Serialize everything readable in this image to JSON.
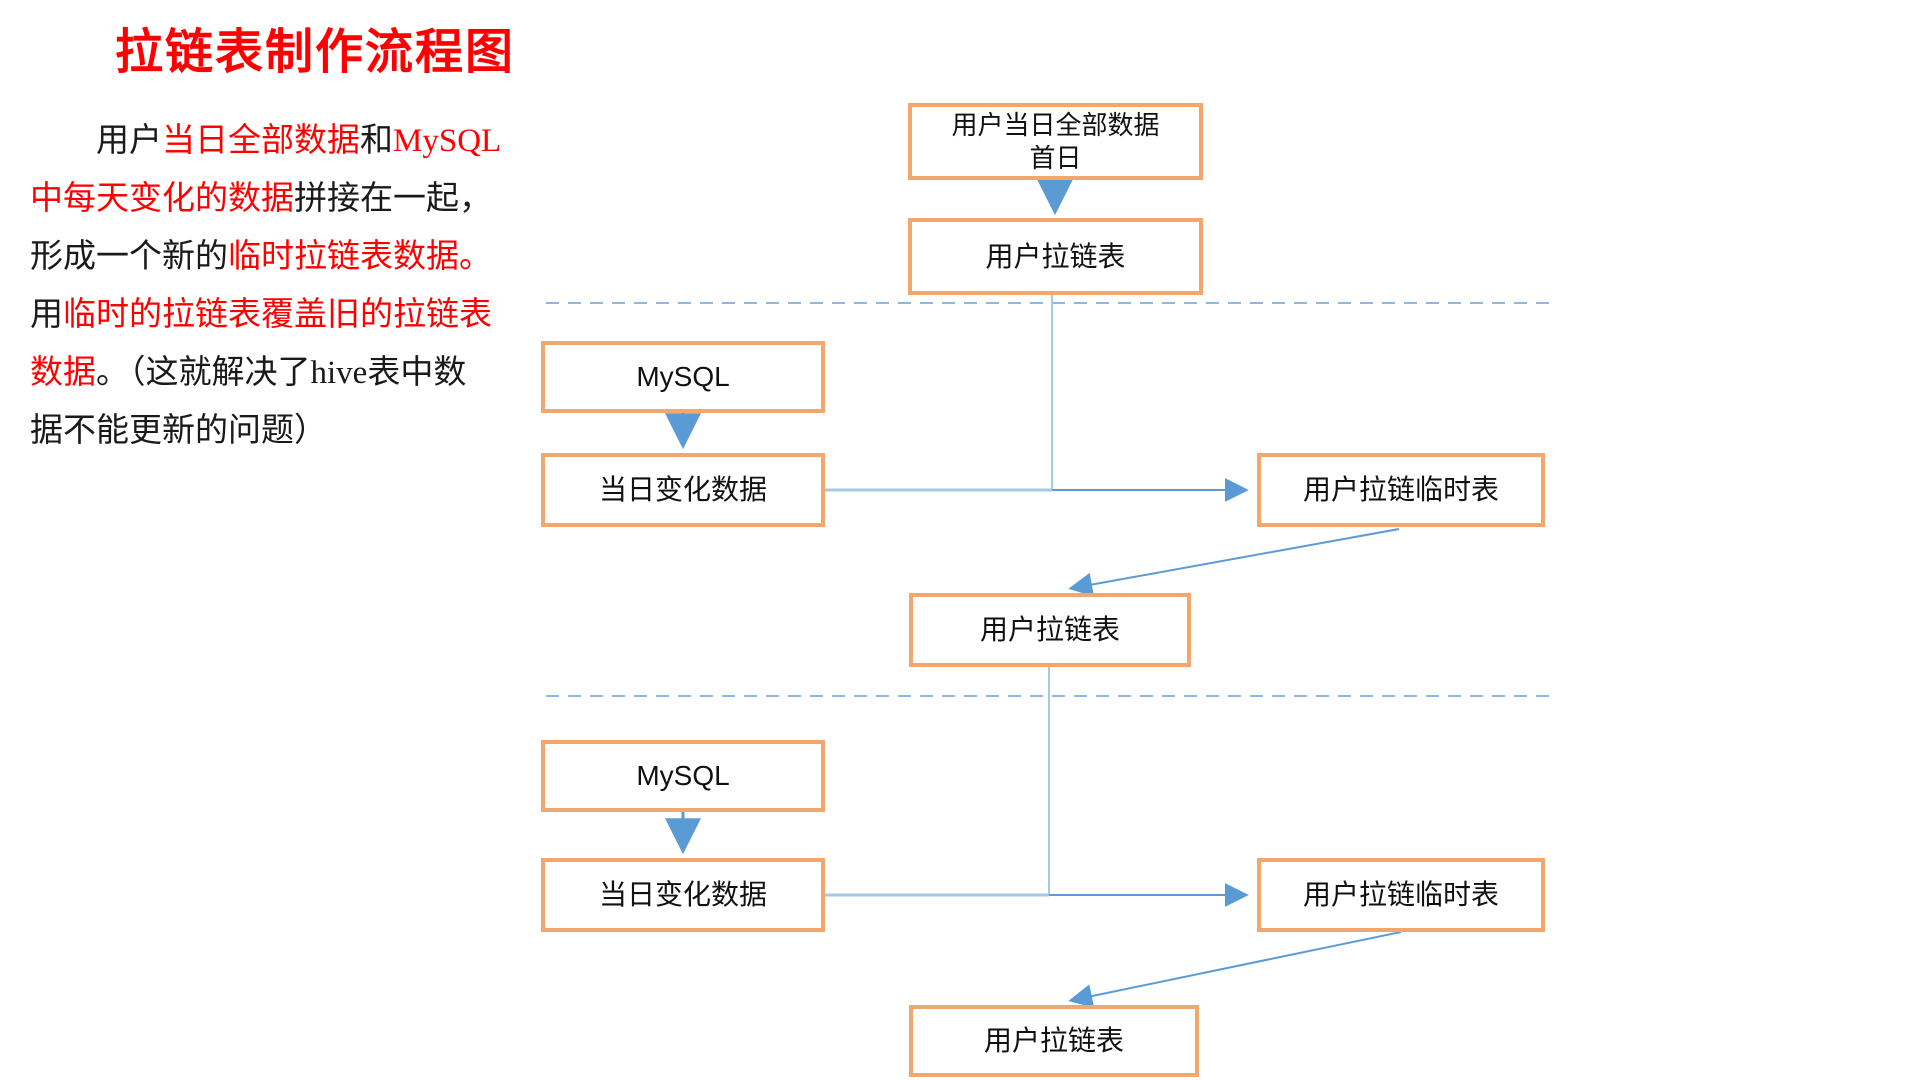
{
  "page": {
    "title": "拉链表制作流程图"
  },
  "paragraph": {
    "lines": [
      {
        "runs": [
          "用户",
          "当日全部数据",
          "和",
          "MySQL"
        ]
      },
      {
        "runs": [
          "中每天变化的数据",
          "拼接在一起，"
        ]
      },
      {
        "runs": [
          "形成一个新的",
          "临时拉链表数据。"
        ]
      },
      {
        "runs": [
          "用",
          "临时的拉链表覆盖旧的拉链表"
        ]
      },
      {
        "runs": [
          "数据",
          "。（这就解决了hive表中数"
        ]
      },
      {
        "runs": [
          "据不能更新的问题）"
        ]
      }
    ]
  },
  "flowchart": {
    "boxes": [
      {
        "id": "first-day-data",
        "label": "用户当日全部数据",
        "label2": "首日"
      },
      {
        "id": "zipper-table-1",
        "label": "用户拉链表"
      },
      {
        "id": "mysql-1",
        "label": "MySQL"
      },
      {
        "id": "daily-change-1",
        "label": "当日变化数据"
      },
      {
        "id": "temp-table-1",
        "label": "用户拉链临时表"
      },
      {
        "id": "zipper-table-2",
        "label": "用户拉链表"
      },
      {
        "id": "mysql-2",
        "label": "MySQL"
      },
      {
        "id": "daily-change-2",
        "label": "当日变化数据"
      },
      {
        "id": "temp-table-2",
        "label": "用户拉链临时表"
      },
      {
        "id": "zipper-table-3",
        "label": "用户拉链表"
      }
    ],
    "colors": {
      "box_border": "#F3A76D",
      "arrow_blue": "#5B9BD5",
      "light_blue": "#A6C9E8",
      "dashed_blue": "#8FB8E0",
      "title_red": "#FF0000",
      "emphasis_red": "#FF0000"
    }
  }
}
